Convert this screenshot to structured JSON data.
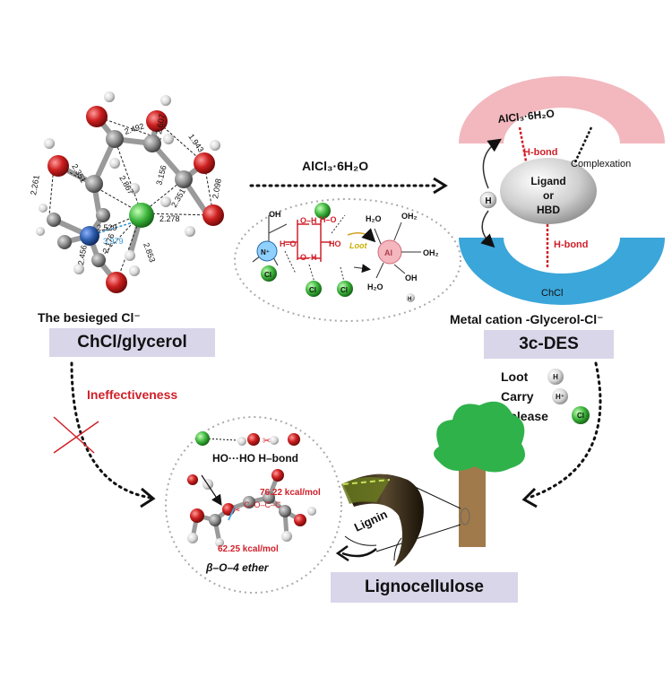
{
  "left_panel": {
    "caption": "The besieged Cl⁻",
    "title": "ChCl/glycerol",
    "distances": [
      "2.492",
      "2.607",
      "1.943",
      "2.261",
      "2.351",
      "2.867",
      "3.156",
      "2.351",
      "2.098",
      "2.529",
      "2.278",
      "3.979",
      "2.176",
      "2.853",
      "2.456"
    ]
  },
  "top_arrow": {
    "label": "AlCl₃·6H₂O"
  },
  "inset_top": {
    "labels": [
      "OH",
      "O–H",
      "H–O",
      "O–H",
      "H–O",
      "HO",
      "Loot",
      "H₂O",
      "OH₂",
      "Al",
      "OH₂",
      "OH",
      "H₂O",
      "N⁺",
      "Cl",
      "Cl",
      "Cl",
      "H"
    ]
  },
  "right_panel": {
    "top_label": "AlCl₃·6H₂O",
    "hbond_top": "H-bond",
    "complexation": "Complexation",
    "center_label": [
      "Ligand",
      "or",
      "HBD"
    ],
    "h_symbol": "H",
    "hbond_bottom": "H-bond",
    "bottom_label": "ChCl",
    "caption": "Metal cation -Glycerol-Cl⁻",
    "title": "3c-DES"
  },
  "actions": {
    "items": [
      {
        "text": "Loot",
        "symbol": "H"
      },
      {
        "text": "Carry",
        "symbol": "H⁺"
      },
      {
        "text": "Release",
        "symbol": "Cl"
      }
    ]
  },
  "left_arrow": {
    "label": "Ineffectiveness"
  },
  "bottom_inset": {
    "hbond_text": "HO···HO  H–bond",
    "energy_1": "76.22 kcal/mol",
    "energy_2": "62.25 kcal/mol",
    "ring_label": "C–O–C–C",
    "ether_label": "β–O–4 ether"
  },
  "lignin_label": "Lignin",
  "bottom_title": "Lignocellulose",
  "colors": {
    "oxygen": "#cc1f1f",
    "hydrogen": "#d8d8d8",
    "carbon": "#8c8c8c",
    "nitrogen": "#2a5aa8",
    "chlorine": "#3cb43c",
    "pink_arc": "#f2b8be",
    "blue_arc": "#3ba6d9",
    "label_bg": "#d9d6ea",
    "hbond_red": "#d0202a",
    "tree_green": "#2fb24a",
    "trunk": "#a07a4a"
  }
}
